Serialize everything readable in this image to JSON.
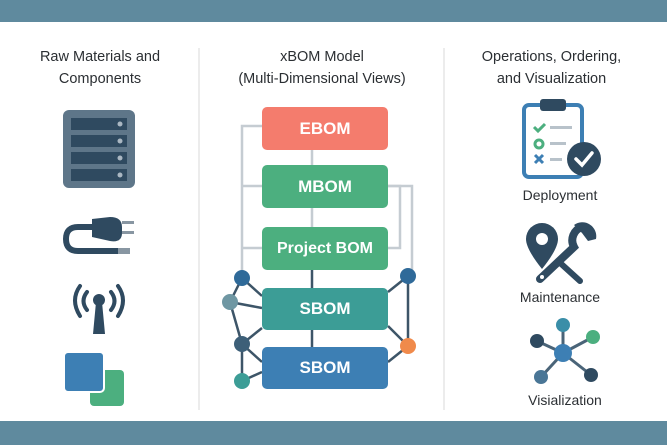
{
  "columns": [
    {
      "title_line1": "Raw Materials and",
      "title_line2": "Components"
    },
    {
      "title_line1": "xBOM Model",
      "title_line2": "(Multi-Dimensional Views)"
    },
    {
      "title_line1": "Operations, Ordering,",
      "title_line2": "and Visualization"
    }
  ],
  "left_icons": [
    "server-rack-icon",
    "power-plug-cable-icon",
    "wireless-antenna-icon",
    "stacked-squares-icon"
  ],
  "bom_boxes": [
    {
      "label": "EBOM",
      "color": "#f47c6d"
    },
    {
      "label": "MBOM",
      "color": "#4caf7f"
    },
    {
      "label": "Project BOM",
      "color": "#4caf7f"
    },
    {
      "label": "SBOM",
      "color": "#3c9d96"
    },
    {
      "label": "SBOM",
      "color": "#3d7fb4"
    }
  ],
  "right_items": [
    {
      "label": "Deployment",
      "icon": "clipboard-checklist-icon"
    },
    {
      "label": "Maintenance",
      "icon": "location-pin-wrench-icon"
    },
    {
      "label": "Visialization",
      "icon": "network-graph-icon"
    }
  ],
  "colors": {
    "band": "#5f8a9e",
    "dark_navy": "#2f4a60",
    "connector_gray": "#c5ccd2",
    "node_orange": "#f08a4b"
  }
}
